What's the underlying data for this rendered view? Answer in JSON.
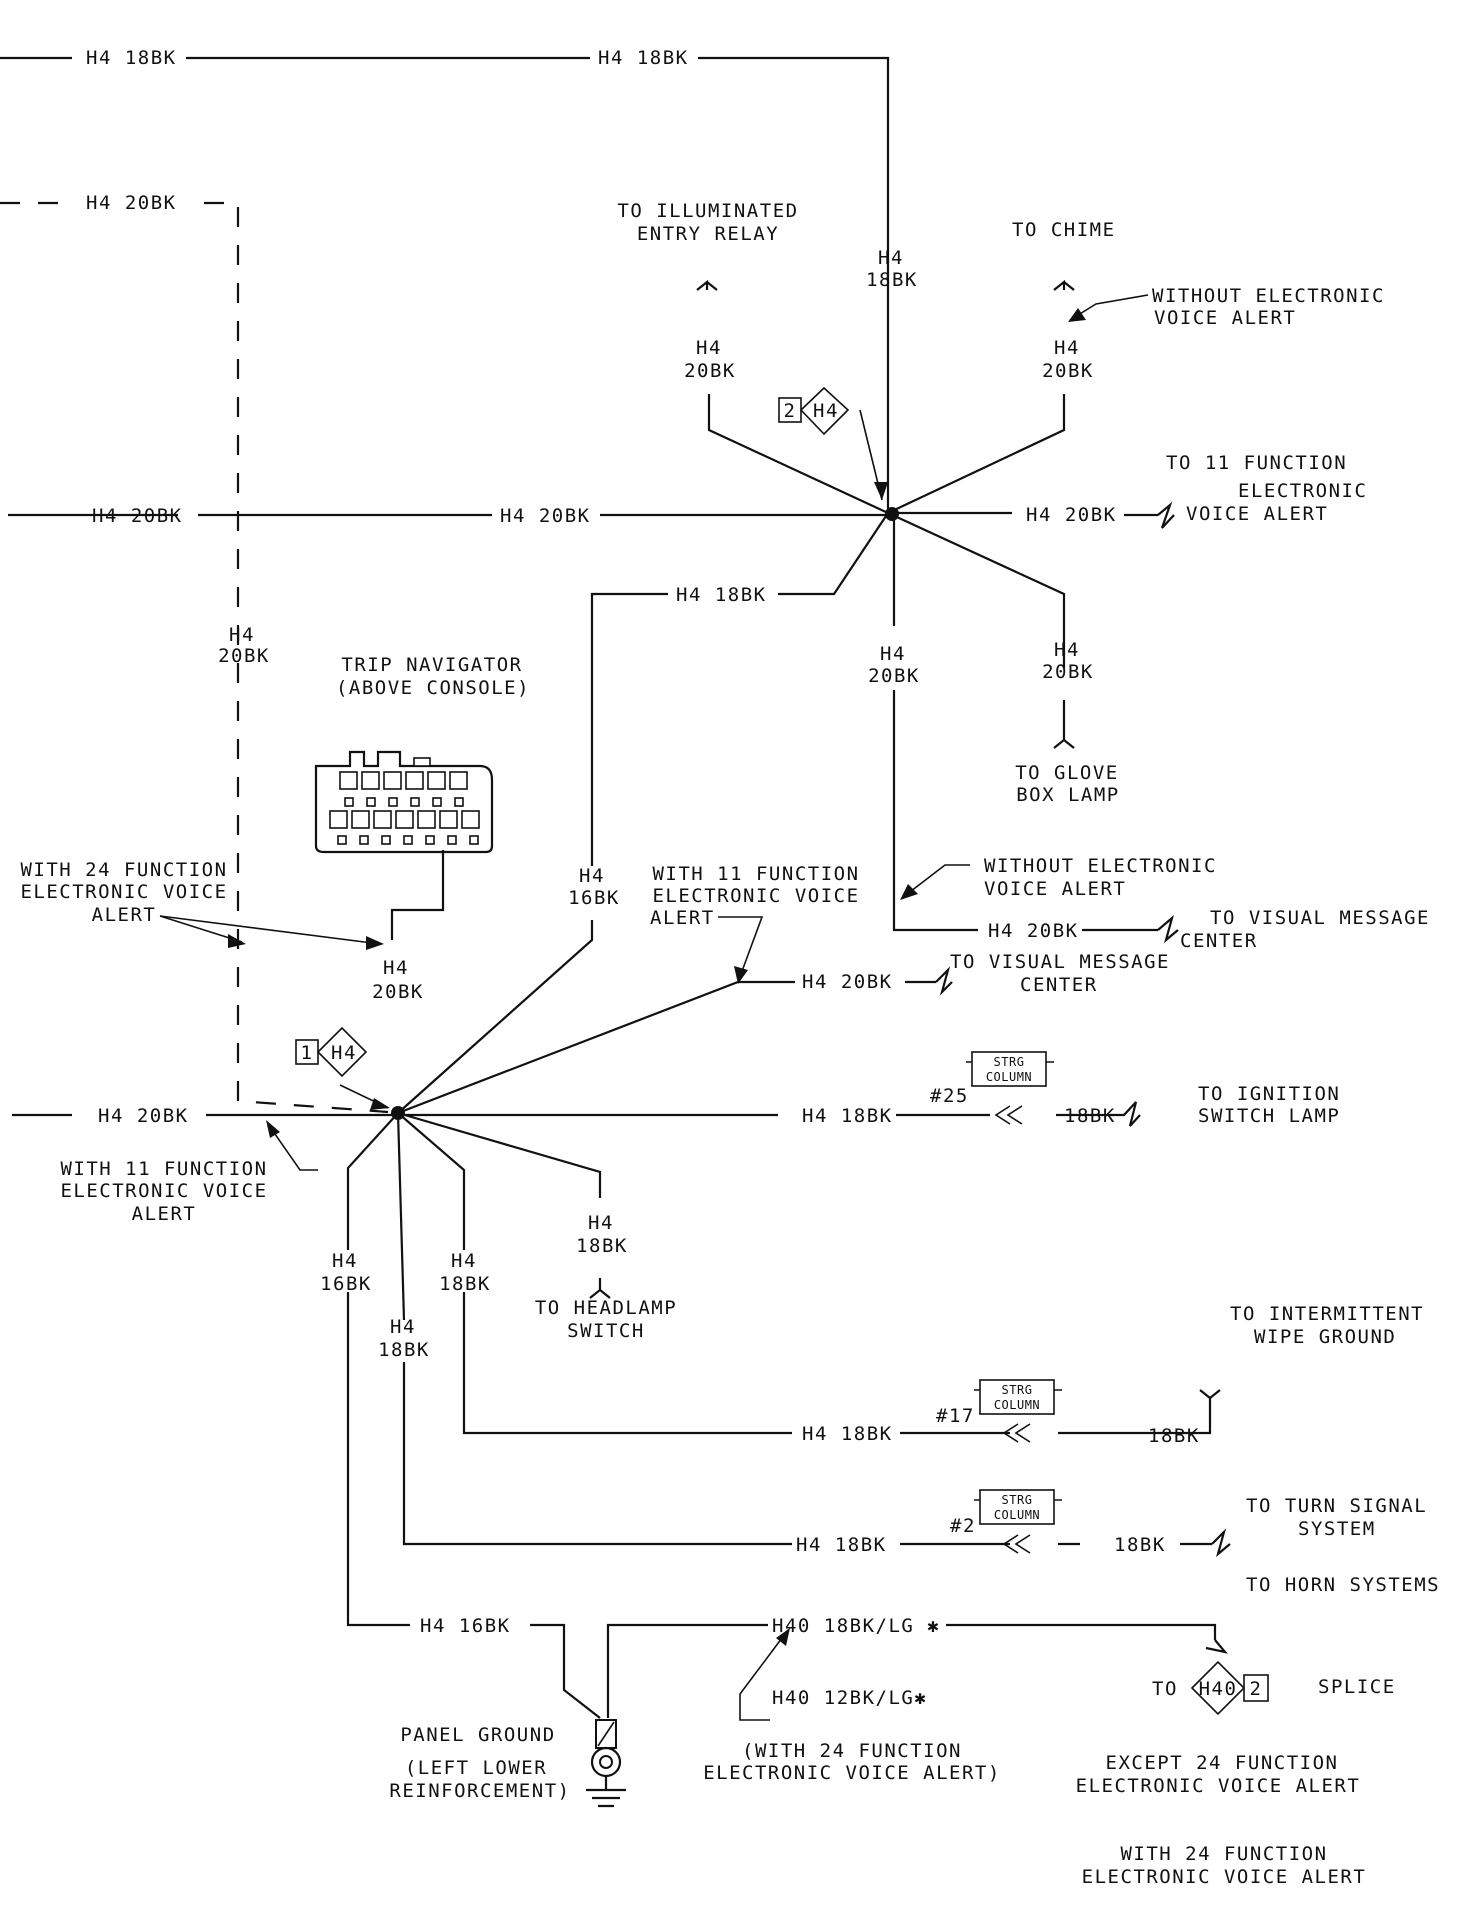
{
  "wire_labels": {
    "top_left": "H4 18BK",
    "top_center": "H4 18BK",
    "dashed_top": "H4 20BK",
    "dashed_vertical_1": "H4",
    "dashed_vertical_2": "20BK",
    "left_mid": "H4 20BK",
    "center_mid": "H4 20BK",
    "right_mid": "H4 20BK",
    "top_vert_1": "H4",
    "top_vert_2": "18BK",
    "relay_branch_1": "H4",
    "relay_branch_2": "20BK",
    "chime_branch_1": "H4",
    "chime_branch_2": "20BK",
    "upper_cross": "H4 18BK",
    "lower_vert_1": "H4",
    "lower_vert_2": "20BK",
    "glove_branch_1": "H4",
    "glove_branch_2": "20BK",
    "visual_msg_1": "H4 20BK",
    "left_vert_1": "H4",
    "left_vert_2": "16BK",
    "nav_branch_1": "H4",
    "nav_branch_2": "20BK",
    "visual_msg_2": "H4 20BK",
    "bottom_left": "H4 20BK",
    "ignition_wire": "H4 18BK",
    "ignition_pin": "#25",
    "ignition_out": "18BK",
    "headlamp_branch_1": "H4",
    "headlamp_branch_2": "18BK",
    "branch_a_1": "H4",
    "branch_a_2": "16BK",
    "branch_b_1": "H4",
    "branch_b_2": "18BK",
    "branch_c_1": "H4",
    "branch_c_2": "18BK",
    "wipe_wire": "H4 18BK",
    "wipe_pin": "#17",
    "wipe_out": "18BK",
    "turn_wire": "H4 18BK",
    "turn_pin": "#2",
    "turn_out": "18BK",
    "ground_wire": "H4 16BK",
    "h40_wire": "H40 18BK/LG ✱",
    "h40_alt": "H40 12BK/LG✱",
    "h40_alt_note_1": "(WITH 24 FUNCTION",
    "h40_alt_note_2": "ELECTRONIC VOICE ALERT)"
  },
  "destinations": {
    "illuminated_1": "TO ILLUMINATED",
    "illuminated_2": "ENTRY RELAY",
    "chime": "TO CHIME",
    "without_eva_1": "WITHOUT ELECTRONIC",
    "without_eva_2": "VOICE ALERT",
    "eva11_1": "TO 11 FUNCTION",
    "eva11_2": "ELECTRONIC",
    "eva11_3": "VOICE ALERT",
    "glove_1": "TO GLOVE",
    "glove_2": "BOX LAMP",
    "without_eva2_1": "WITHOUT ELECTRONIC",
    "without_eva2_2": "VOICE ALERT",
    "visual_1a": "TO VISUAL MESSAGE",
    "visual_1b": "CENTER",
    "visual_2a": "TO VISUAL MESSAGE",
    "visual_2b": "CENTER",
    "ignition_1": "TO IGNITION",
    "ignition_2": "SWITCH LAMP",
    "headlamp_1": "TO HEADLAMP",
    "headlamp_2": "SWITCH",
    "wipe_1": "TO INTERMITTENT",
    "wipe_2": "WIPE GROUND",
    "turn_1": "TO TURN SIGNAL",
    "turn_2": "SYSTEM",
    "horn": "TO HORN SYSTEMS",
    "to_splice": "TO",
    "splice": "SPLICE",
    "except_1": "EXCEPT 24 FUNCTION",
    "except_2": "ELECTRONIC VOICE ALERT",
    "with24_1": "WITH 24 FUNCTION",
    "with24_2": "ELECTRONIC VOICE ALERT"
  },
  "notes": {
    "trip_nav_1": "TRIP NAVIGATOR",
    "trip_nav_2": "(ABOVE CONSOLE)",
    "with24_left_1": "WITH 24 FUNCTION",
    "with24_left_2": "ELECTRONIC VOICE",
    "with24_left_3": "ALERT",
    "with11_mid_1": "WITH 11 FUNCTION",
    "with11_mid_2": "ELECTRONIC VOICE",
    "with11_mid_3": "ALERT",
    "with11_low_1": "WITH 11 FUNCTION",
    "with11_low_2": "ELECTRONIC VOICE",
    "with11_low_3": "ALERT",
    "ground_1": "PANEL GROUND",
    "ground_2": "(LEFT LOWER",
    "ground_3": "REINFORCEMENT)"
  },
  "callouts": {
    "splice_upper_num": "2",
    "splice_upper_id": "H4",
    "splice_lower_num": "1",
    "splice_lower_id": "H4",
    "splice_h40_id": "H40",
    "splice_h40_num": "2",
    "strg_1": "STRG",
    "strg_2": "COLUMN"
  }
}
